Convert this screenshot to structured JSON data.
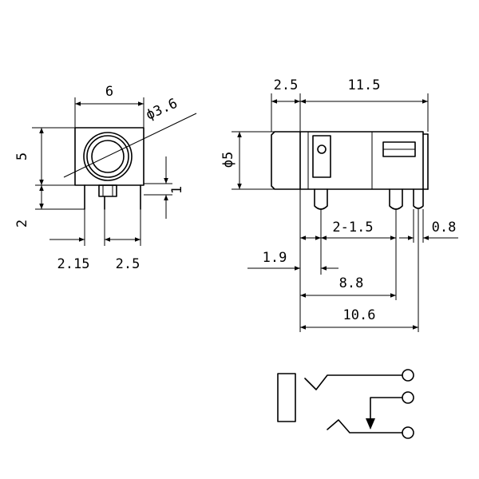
{
  "front_view": {
    "width": "6",
    "diameter": "ϕ3.6",
    "height": "5",
    "pin_height": "2",
    "offset": "1",
    "pin_left": "2.15",
    "pin_spacing": "2.5"
  },
  "side_view": {
    "front_length": "2.5",
    "body_length": "11.5",
    "diameter": "ϕ5",
    "pin_pitch": "2-1.5",
    "pin_width": "0.8",
    "first_pin": "1.9",
    "span_mid": "8.8",
    "span_total": "10.6"
  }
}
